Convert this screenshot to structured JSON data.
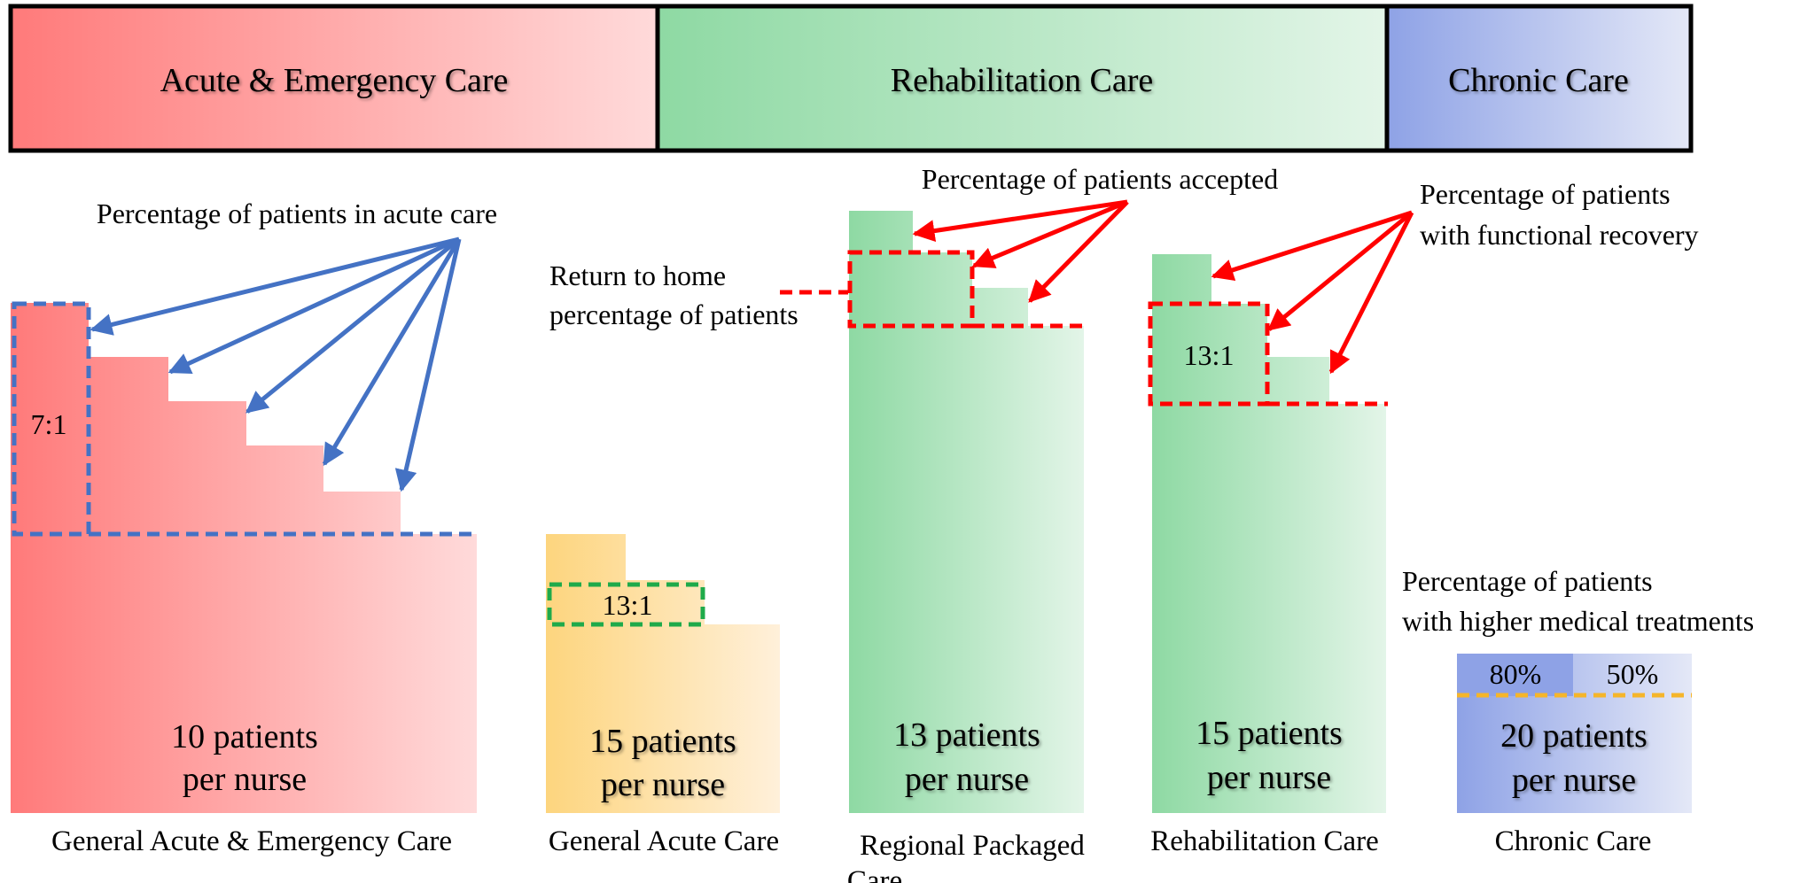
{
  "header": {
    "acute": "Acute & Emergency Care",
    "rehab": "Rehabilitation Care",
    "chronic": "Chronic Care"
  },
  "annotations": {
    "acute_care_pct": "Percentage of patients in acute care",
    "return_home_line1": "Return to home",
    "return_home_line2": "percentage of patients",
    "accepted_pct": "Percentage of patients accepted",
    "functional_line1": "Percentage of patients",
    "functional_line2": "with functional recovery",
    "higher_med_line1": "Percentage of patients",
    "higher_med_line2": "with higher medical treatments"
  },
  "columns": [
    {
      "ratio": "7:1",
      "line1": "10 patients",
      "line2": "per nurse",
      "label": "General Acute & Emergency Care"
    },
    {
      "ratio": "13:1",
      "line1": "15 patients",
      "line2": "per nurse",
      "label": "General Acute Care"
    },
    {
      "ratio": "",
      "line1": "13 patients",
      "line2": "per nurse",
      "label_line1": "Regional Packaged",
      "label_line2": "Care"
    },
    {
      "ratio": "13:1",
      "line1": "15 patients",
      "line2": "per nurse",
      "label": "Rehabilitation Care"
    },
    {
      "ratio": "",
      "line1": "20 patients",
      "line2": "per nurse",
      "label": "Chronic Care",
      "pct_left": "80%",
      "pct_right": "50%"
    }
  ],
  "colors": {
    "acute": "#ff7b7b",
    "rehab": "#8ed9a3",
    "chronic": "#8fa3e6",
    "general_acute": "#fdd57e",
    "blue_line": "#4472c4",
    "red_line": "#ff0000",
    "green_dash": "#1faa4a",
    "orange_dash": "#f5b52a"
  }
}
